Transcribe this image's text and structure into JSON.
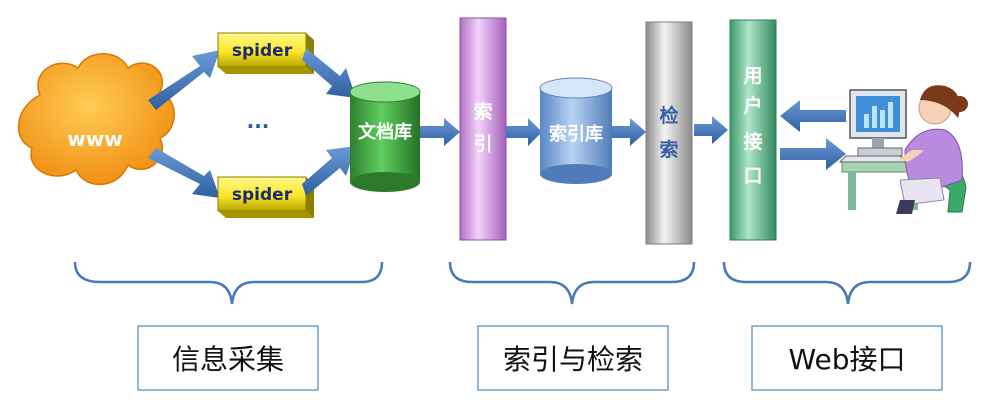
{
  "nodes": {
    "www": "www",
    "spider_top": "spider",
    "spider_bottom": "spider",
    "ellipsis": "...",
    "doc_store": "文档库",
    "index": [
      "索",
      "引"
    ],
    "index_store": "索引库",
    "search": [
      "检",
      "索"
    ],
    "user_interface": [
      "用",
      "户",
      "接",
      "口"
    ]
  },
  "stages": {
    "collection": "信息采集",
    "index_search": "索引与检索",
    "web_interface": "Web接口"
  },
  "colors": {
    "cloud": "#f4a21c",
    "arrow": "#4778b8",
    "spider_fill": "#ffee33",
    "doc_store": "#3a9c3a",
    "index_column": "#d59ae2",
    "index_store": "#79a3d8",
    "search_column": "#b8b8b8",
    "interface_column": "#59b389",
    "brace": "#4a7bb8"
  },
  "icons": [
    "cloud-icon",
    "user-computer-icon"
  ]
}
